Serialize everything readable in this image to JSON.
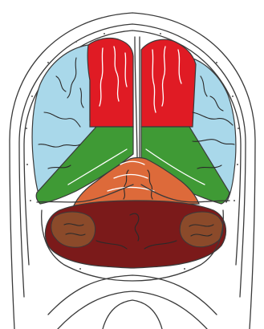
{
  "figure": {
    "colors": {
      "background": "#ffffff",
      "outline": "#3a3a3a",
      "cortex_lateral": "#a9d8ea",
      "cortex_superior": "#e01b24",
      "cortex_middle": "#3f9a35",
      "tentorial_orange": "#dd6a3a",
      "cerebellum_dark": "#7b1a1a",
      "cerebellum_lateral": "#8b4a2a"
    },
    "regions": [
      "skull-outline",
      "left-hemisphere-lateral-blue",
      "right-hemisphere-lateral-blue",
      "left-hemisphere-superior-red",
      "right-hemisphere-superior-red",
      "left-hemisphere-green",
      "right-hemisphere-green",
      "superior-cerebellum-orange",
      "inferior-cerebellum-dark-red",
      "left-cerebellar-lateral-lobe",
      "right-cerebellar-lateral-lobe"
    ]
  }
}
